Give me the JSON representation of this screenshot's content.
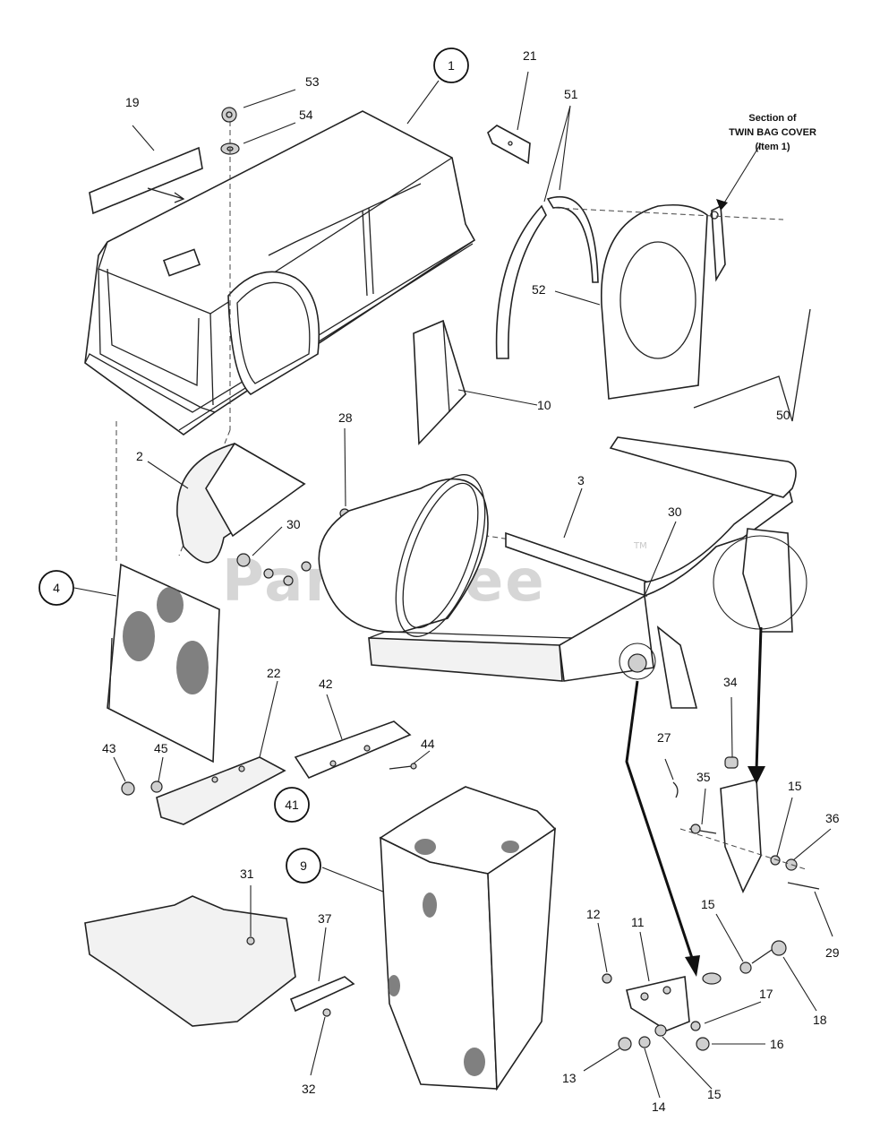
{
  "watermark": {
    "text": "PartsTree",
    "trademark": "TM"
  },
  "section_note": {
    "line1": "Section of",
    "line2": "TWIN BAG COVER",
    "line3": "(Item 1)"
  },
  "labels": {
    "p1": "1",
    "p2": "2",
    "p3": "3",
    "p4": "4",
    "p9": "9",
    "p10": "10",
    "p11": "11",
    "p12": "12",
    "p13": "13",
    "p14": "14",
    "p15a": "15",
    "p15b": "15",
    "p15c": "15",
    "p16": "16",
    "p17": "17",
    "p18": "18",
    "p19": "19",
    "p21": "21",
    "p22": "22",
    "p27": "27",
    "p28": "28",
    "p29": "29",
    "p30a": "30",
    "p30b": "30",
    "p31": "31",
    "p32": "32",
    "p34": "34",
    "p35": "35",
    "p36": "36",
    "p37": "37",
    "p41": "41",
    "p42": "42",
    "p43": "43",
    "p44": "44",
    "p45": "45",
    "p50": "50",
    "p51": "51",
    "p52": "52",
    "p53": "53",
    "p54": "54"
  }
}
